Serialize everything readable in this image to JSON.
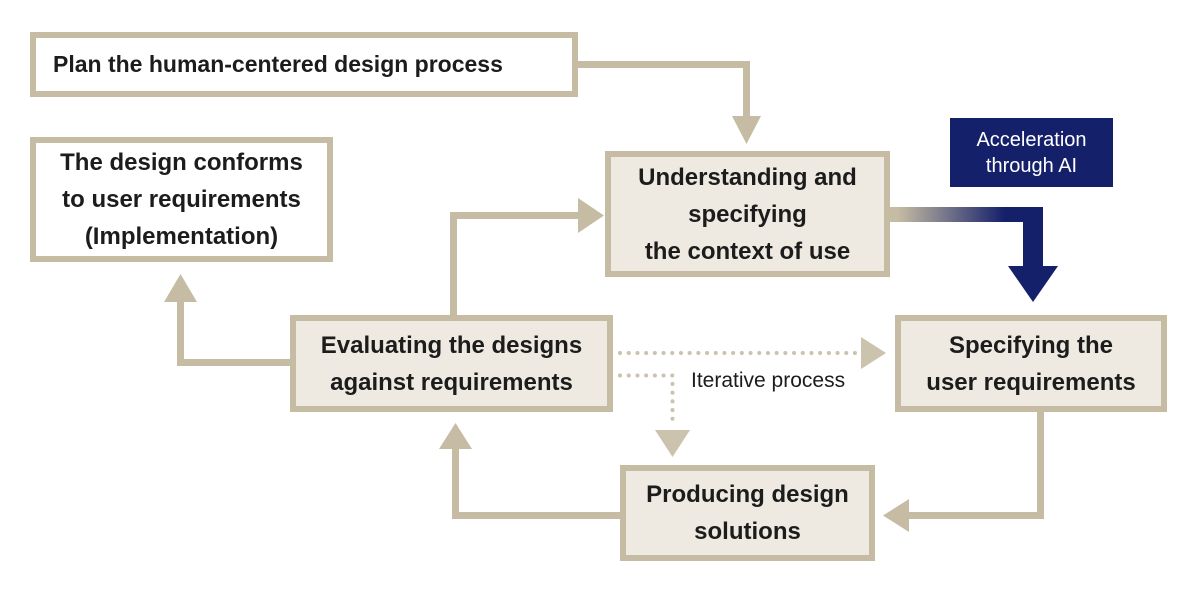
{
  "colors": {
    "bg": "#ffffff",
    "tan": "#c6bca3",
    "tan-light": "#ccc3ae",
    "cream": "#eeeae1",
    "white": "#ffffff",
    "navy": "#15206b",
    "ink": "#1c1c1c",
    "accel-text": "#ffffff"
  },
  "diagram": {
    "boxes": {
      "plan": {
        "label": "Plan the human-centered design process"
      },
      "conforms": {
        "label": "The design conforms\nto user requirements\n(Implementation)"
      },
      "understanding": {
        "label": "Understanding and\nspecifying\nthe context of use"
      },
      "acceleration": {
        "label": "Acceleration\nthrough AI"
      },
      "specifying": {
        "label": "Specifying the\nuser requirements"
      },
      "evaluating": {
        "label": "Evaluating the designs\nagainst requirements"
      },
      "producing": {
        "label": "Producing design\nsolutions"
      }
    },
    "annotations": {
      "iterative_process": "Iterative process"
    },
    "edges": [
      {
        "from": "plan",
        "to": "understanding",
        "style": "solid"
      },
      {
        "from": "understanding",
        "to": "specifying",
        "style": "solid-gradient-navy"
      },
      {
        "from": "specifying",
        "to": "producing",
        "style": "solid"
      },
      {
        "from": "producing",
        "to": "evaluating",
        "style": "solid"
      },
      {
        "from": "evaluating",
        "to": "understanding",
        "style": "solid"
      },
      {
        "from": "evaluating",
        "to": "conforms",
        "style": "solid"
      },
      {
        "from": "evaluating",
        "to": "specifying",
        "style": "dotted"
      },
      {
        "from": "evaluating",
        "to": "producing",
        "style": "dotted"
      }
    ]
  }
}
